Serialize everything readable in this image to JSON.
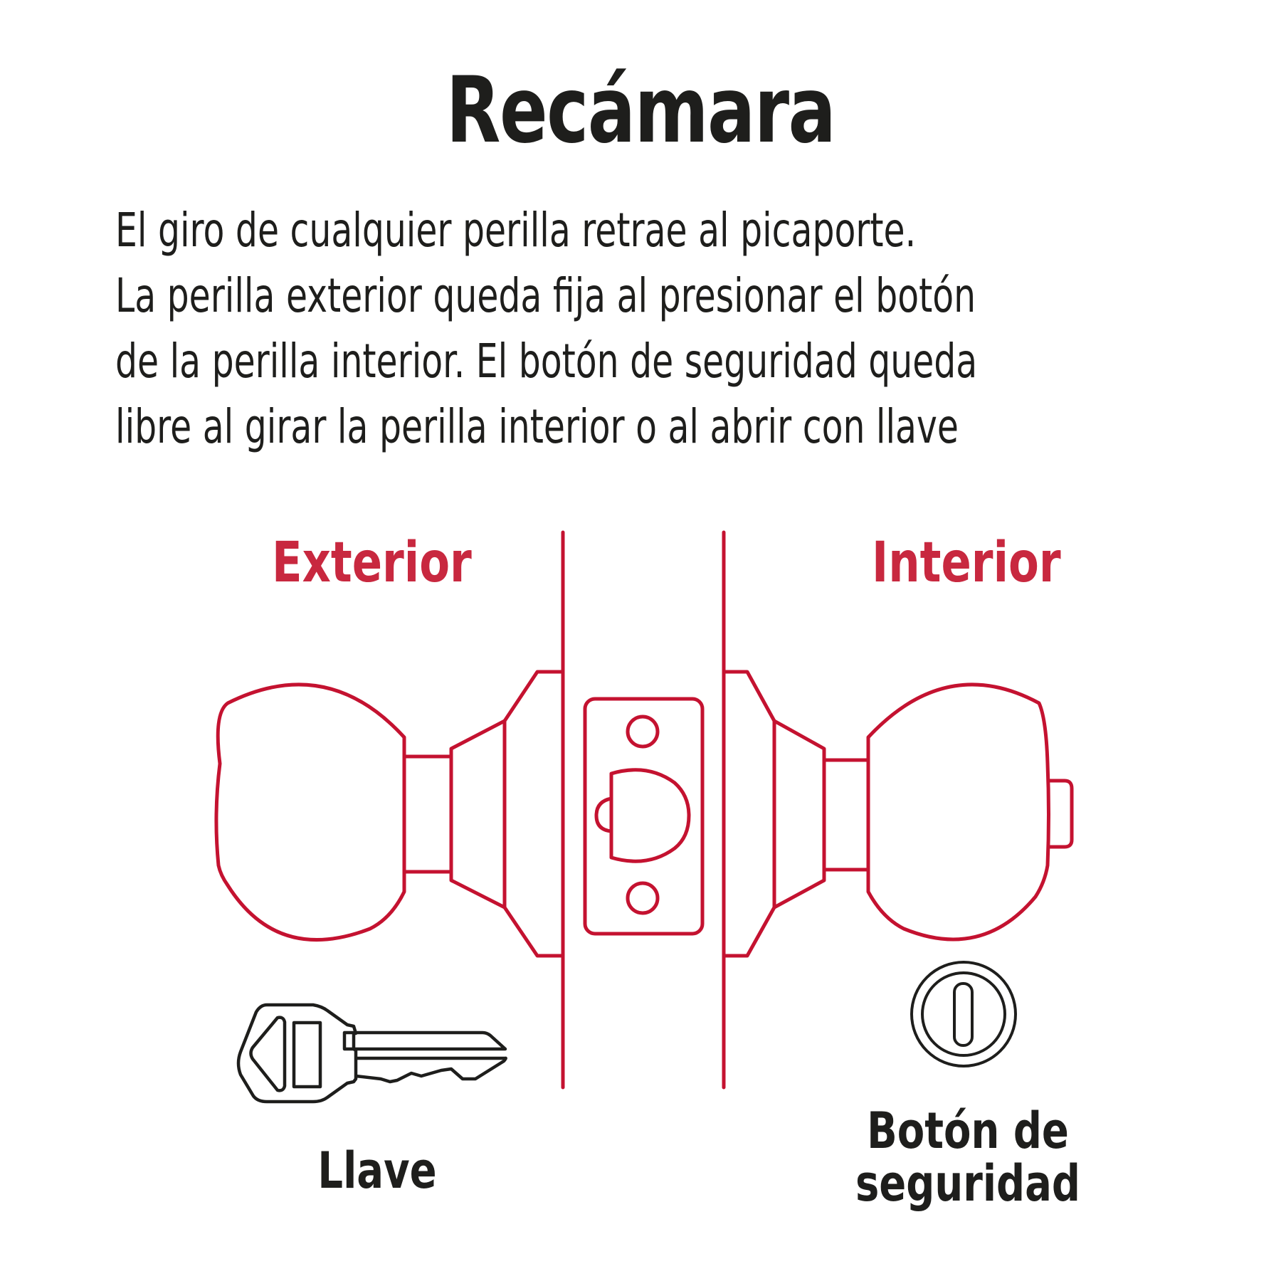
{
  "header": {
    "title": "Recámara"
  },
  "description": {
    "lines": [
      "El giro de cualquier perilla retrae al picaporte.",
      "La perilla exterior queda fija al presionar el botón",
      "de la perilla interior. El botón de seguridad queda",
      "libre al girar la perilla interior o al abrir con llave"
    ]
  },
  "diagram": {
    "exterior_label": "Exterior",
    "interior_label": "Interior",
    "accent_color": "#c41230",
    "line_color": "#1e1e1c"
  },
  "legend": {
    "key_icon": "key-icon",
    "key_label": "Llave",
    "button_icon": "privacy-button-icon",
    "button_label_line1": "Botón de",
    "button_label_line2": "seguridad"
  }
}
